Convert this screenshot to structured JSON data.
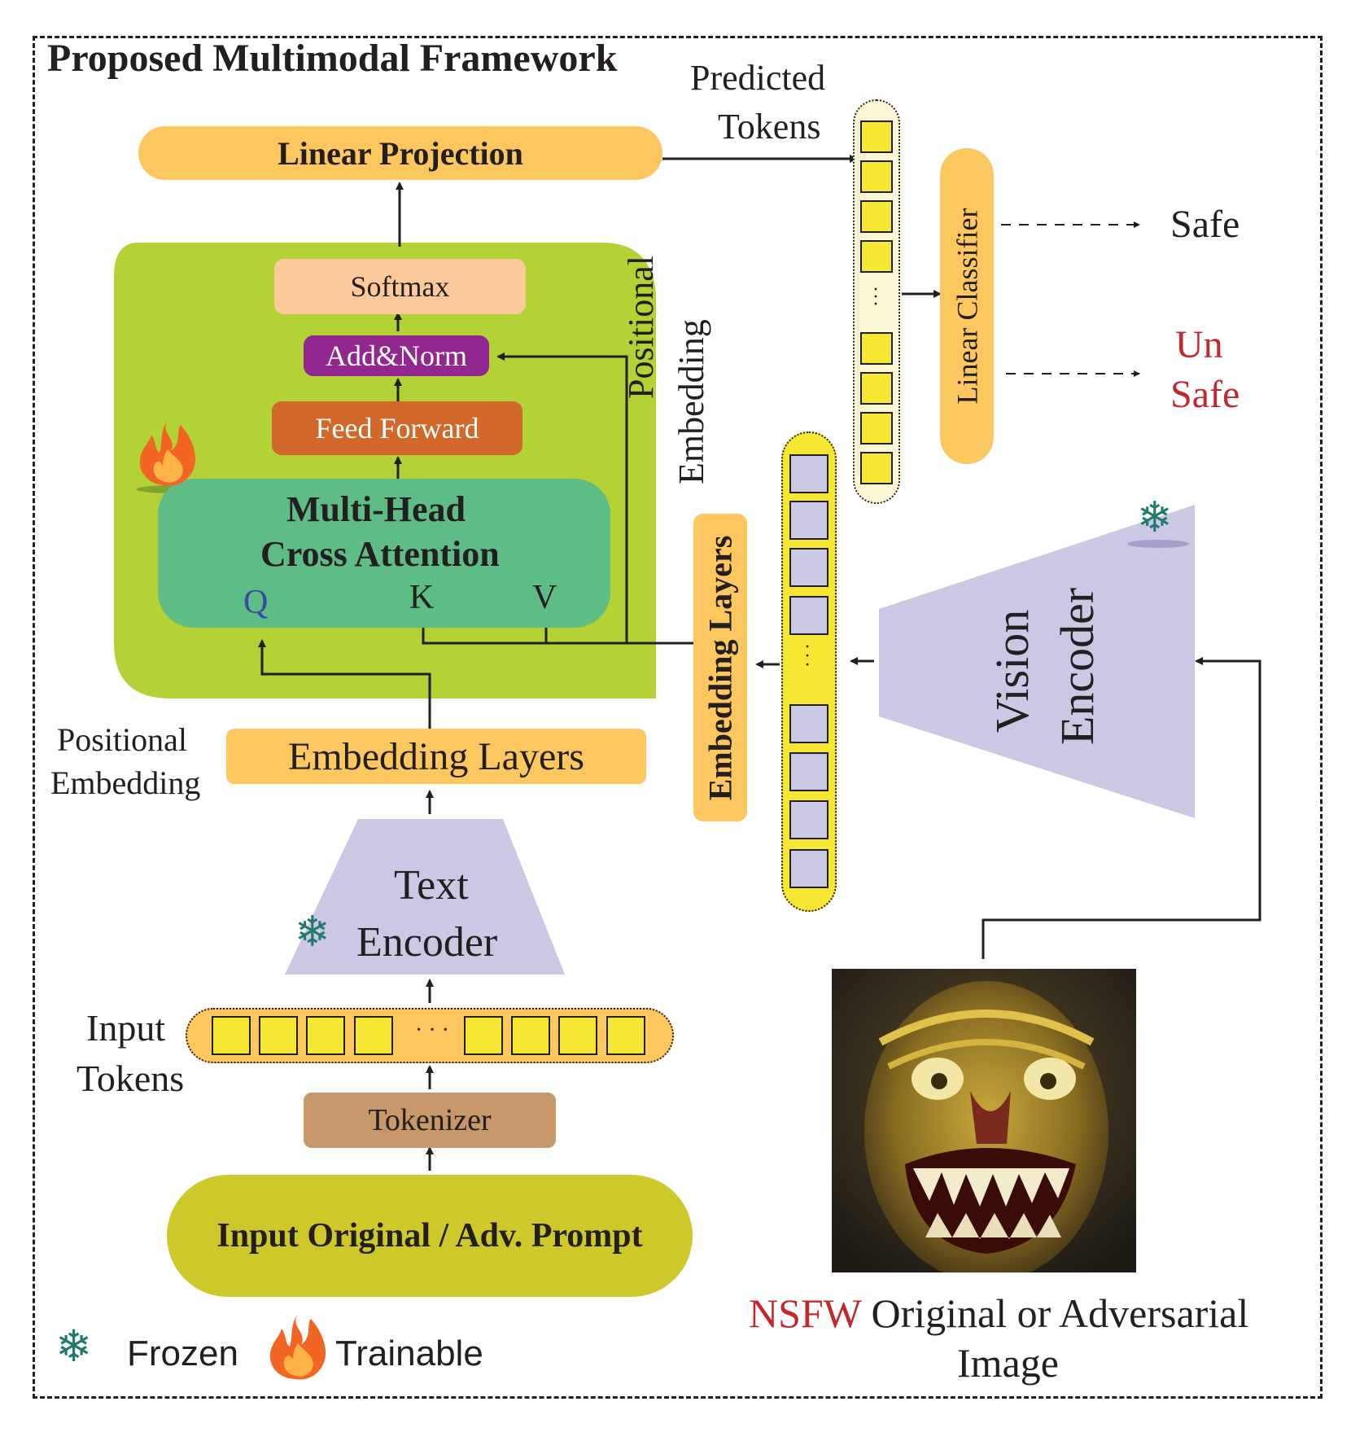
{
  "title": "Proposed Multimodal Framework",
  "linear_projection": "Linear Projection",
  "predicted_tokens": [
    "Predicted",
    "Tokens"
  ],
  "linear_classifier": "Linear Classifier",
  "outputs": {
    "safe": "Safe",
    "unsafe_line1": "Un",
    "unsafe_line2": "Safe"
  },
  "transformer": {
    "softmax": "Softmax",
    "add_norm": "Add&Norm",
    "feed_forward": "Feed Forward",
    "attention_line1": "Multi-Head",
    "attention_line2": "Cross Attention",
    "q": "Q",
    "k": "K",
    "v": "V"
  },
  "positional_embedding_vertical": [
    "Positional",
    "Embedding"
  ],
  "embedding_layers_vertical": "Embedding Layers",
  "vision_encoder": [
    "Vision",
    "Encoder"
  ],
  "positional_embedding_left": [
    "Positional",
    "Embedding"
  ],
  "embedding_layers": "Embedding Layers",
  "text_encoder": [
    "Text",
    "Encoder"
  ],
  "input_tokens": [
    "Input",
    "Tokens"
  ],
  "tokenizer": "Tokenizer",
  "input_prompt": "Input Original / Adv. Prompt",
  "image_caption": {
    "highlight": "NSFW",
    "line1_rest": " Original or Adversarial",
    "line2": "Image"
  },
  "legend": {
    "frozen": "Frozen",
    "trainable": "Trainable"
  },
  "ellipsis": "· · ·",
  "colors": {
    "orange": "#fdc75f",
    "green_bg": "#b2d235",
    "teal": "#5ebd85",
    "purple": "#92278f",
    "rust": "#d2692a",
    "peach": "#fbc99a",
    "lavender": "#cbc8e4",
    "tan": "#c8986a",
    "olive": "#cdc92a",
    "yellow": "#f6e832",
    "red": "#c1272d"
  }
}
